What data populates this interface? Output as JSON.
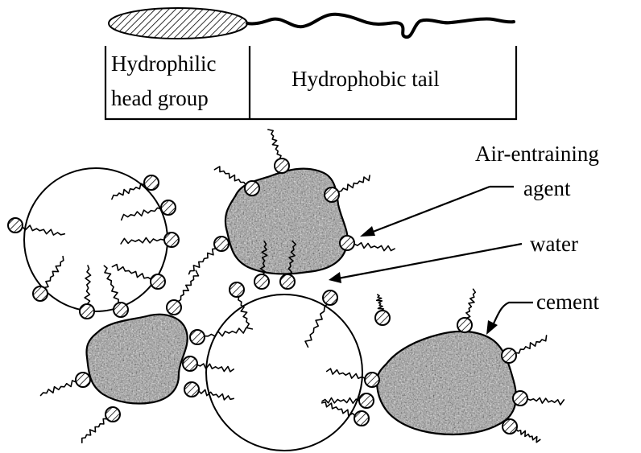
{
  "legend": {
    "head_label_line1": "Hydrophilic",
    "head_label_line2": "head group",
    "tail_label": "Hydrophobic tail"
  },
  "labels": {
    "agent_line1": "Air-entraining",
    "agent_line2": "agent",
    "water": "water",
    "cement": "cement"
  },
  "colors": {
    "ink": "#000000",
    "background": "#ffffff",
    "particle_texture": "gray-speckle"
  }
}
